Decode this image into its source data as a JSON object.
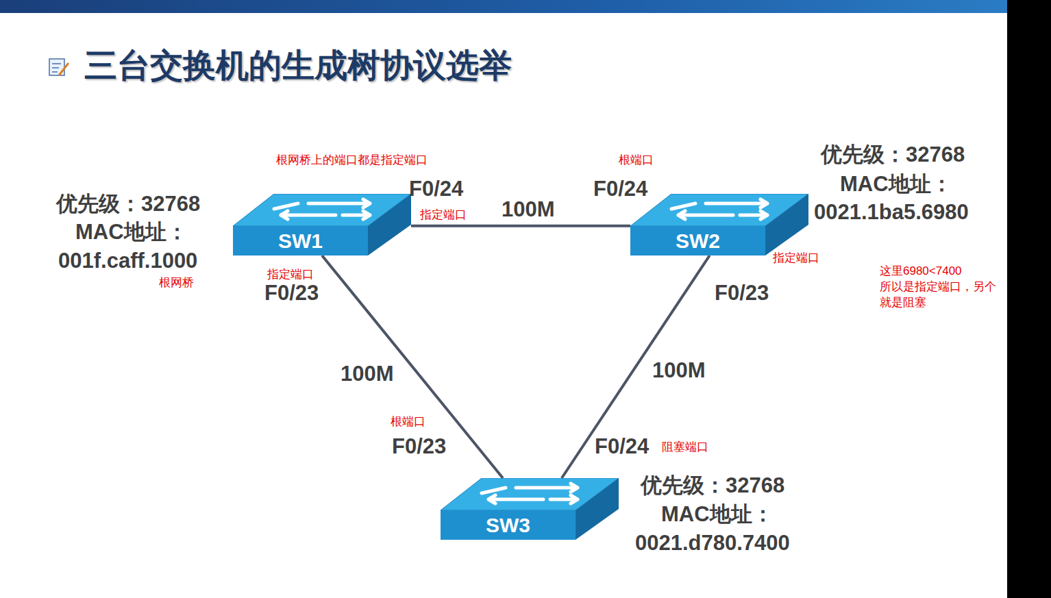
{
  "diagram": {
    "title": "三台交换机的生成树协议选举",
    "nodes": [
      {
        "text": [
          "SW1"
        ]
      },
      {
        "text": [
          "SW2"
        ]
      },
      {
        "text": [
          "SW3"
        ]
      }
    ],
    "edges": [
      {
        "from": 0,
        "to": 1,
        "arrow": "none",
        "label": "100M"
      },
      {
        "from": 0,
        "to": 2,
        "arrow": "none",
        "label": "100M"
      },
      {
        "from": 1,
        "to": 2,
        "arrow": "none",
        "label": "100M"
      }
    ],
    "labels": [
      "根网桥上的端口都是指定端口",
      "根端口",
      "优先级：32768",
      "MAC地址：",
      "0021.1ba5.6980",
      "F0/24",
      "F0/24",
      "指定端口",
      "优先级：32768",
      "MAC地址：",
      "001f.caff.1000",
      "根网桥",
      "指定端口",
      "F0/23",
      "指定端口",
      "这里6980<7400",
      "所以是指定端口，另个",
      "就是阻塞",
      "F0/23",
      "根端口",
      "F0/23",
      "F0/24",
      "阻塞端口",
      "优先级：32768",
      "MAC地址：",
      "0021.d780.7400"
    ]
  }
}
